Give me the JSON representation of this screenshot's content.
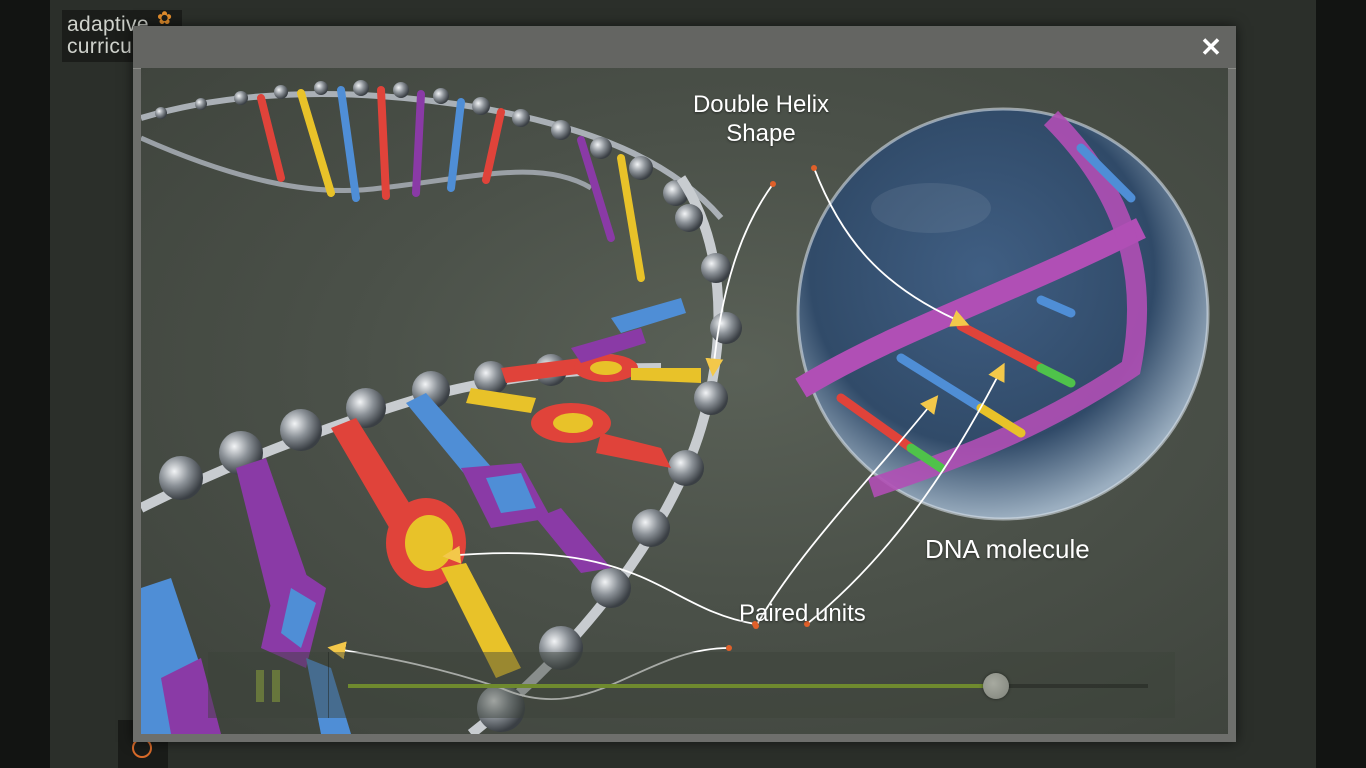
{
  "logo": {
    "line1": "adaptive",
    "line2": "curricu"
  },
  "modal": {
    "close_label": "✕",
    "labels": {
      "helix_line1": "Double Helix",
      "helix_line2": "Shape",
      "dna": "DNA molecule",
      "paired": "Paired units"
    }
  },
  "player": {
    "state_icon": "pause-icon",
    "progress": 0.81,
    "accent": "#6f8a2e"
  },
  "colors": {
    "base_red": "#e0433a",
    "base_yellow": "#e8c229",
    "base_purple": "#8a3aa6",
    "base_blue": "#4f8ed6",
    "strand": "#c8ccd0",
    "sphere_ribbon": "#b04fb5"
  }
}
